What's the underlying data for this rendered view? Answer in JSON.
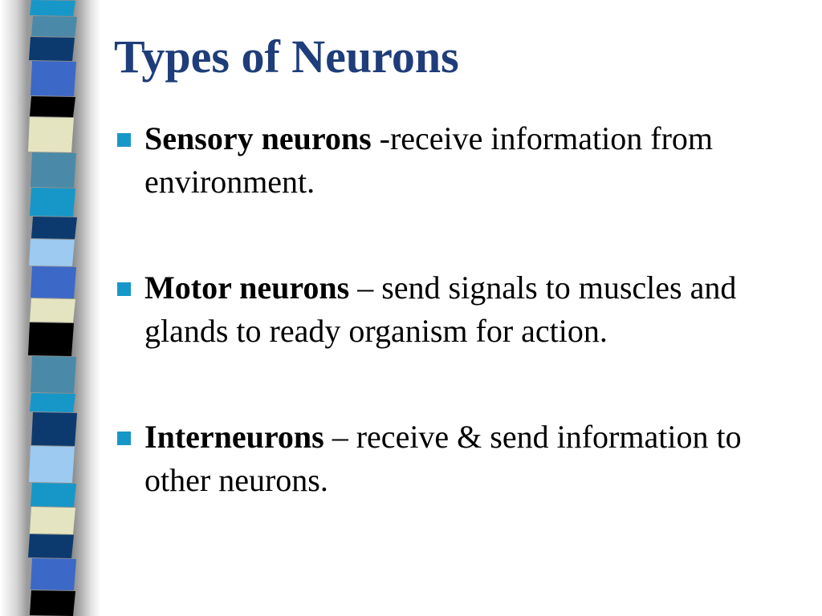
{
  "slide": {
    "title": "Types of Neurons",
    "bullets": [
      {
        "term": "Sensory neurons",
        "desc": " -receive information from environment."
      },
      {
        "term": "Motor neurons",
        "desc": " – send signals to muscles and glands to ready organism for action."
      },
      {
        "term": "Interneurons",
        "desc": " – receive & send information to other neurons."
      }
    ]
  },
  "colors": {
    "title": "#1f3d7a",
    "bullet_marker": "#1797c8",
    "stripes": [
      "#1797c8",
      "#4a8aa8",
      "#0d3a6e",
      "#3c68c8",
      "#000000",
      "#e4e4c0",
      "#9ccaf0"
    ]
  },
  "icons": {
    "bullet": "square-bullet-icon"
  }
}
